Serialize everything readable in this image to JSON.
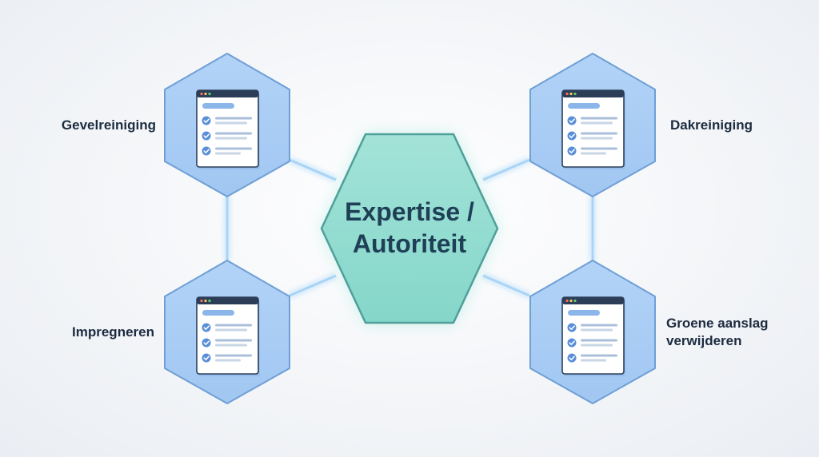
{
  "center": {
    "line1": "Expertise /",
    "line2": "Autoriteit"
  },
  "nodes": [
    {
      "id": "top-left",
      "label": "Gevelreiniging"
    },
    {
      "id": "top-right",
      "label": "Dakreiniging"
    },
    {
      "id": "bottom-left",
      "label": "Impregneren"
    },
    {
      "id": "bottom-right",
      "label_line1": "Groene aanslag",
      "label_line2": "verwijderen"
    }
  ],
  "colors": {
    "hub_fill": "#8fdcd0",
    "hub_stroke": "#4f9f9a",
    "node_fill": "#a9cdf5",
    "node_stroke": "#6e9fd6",
    "connector": "#b8dcf7",
    "text": "#1c2b3f",
    "check": "#5a8fd8"
  },
  "icons": {
    "node_icon": "checklist-window-icon"
  }
}
